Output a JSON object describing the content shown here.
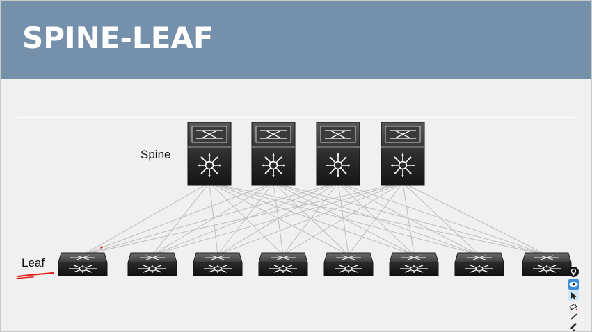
{
  "slide": {
    "title": "SPINE-LEAF"
  },
  "diagram": {
    "spine_label": "Spine",
    "leaf_label": "Leaf",
    "spine_count": 4,
    "leaf_count": 8,
    "link_color": "#bdbdbd",
    "annotation_color": "#e0211b"
  },
  "toolbar": {
    "icons": [
      "pin-icon",
      "eye-icon",
      "pointer-icon",
      "eraser-icon",
      "pen-icon",
      "highlighter-icon",
      "more-icon"
    ]
  },
  "colors": {
    "header_bg": "#7590aa",
    "title_text": "#ffffff",
    "device_dark": "#2a2a2a"
  }
}
